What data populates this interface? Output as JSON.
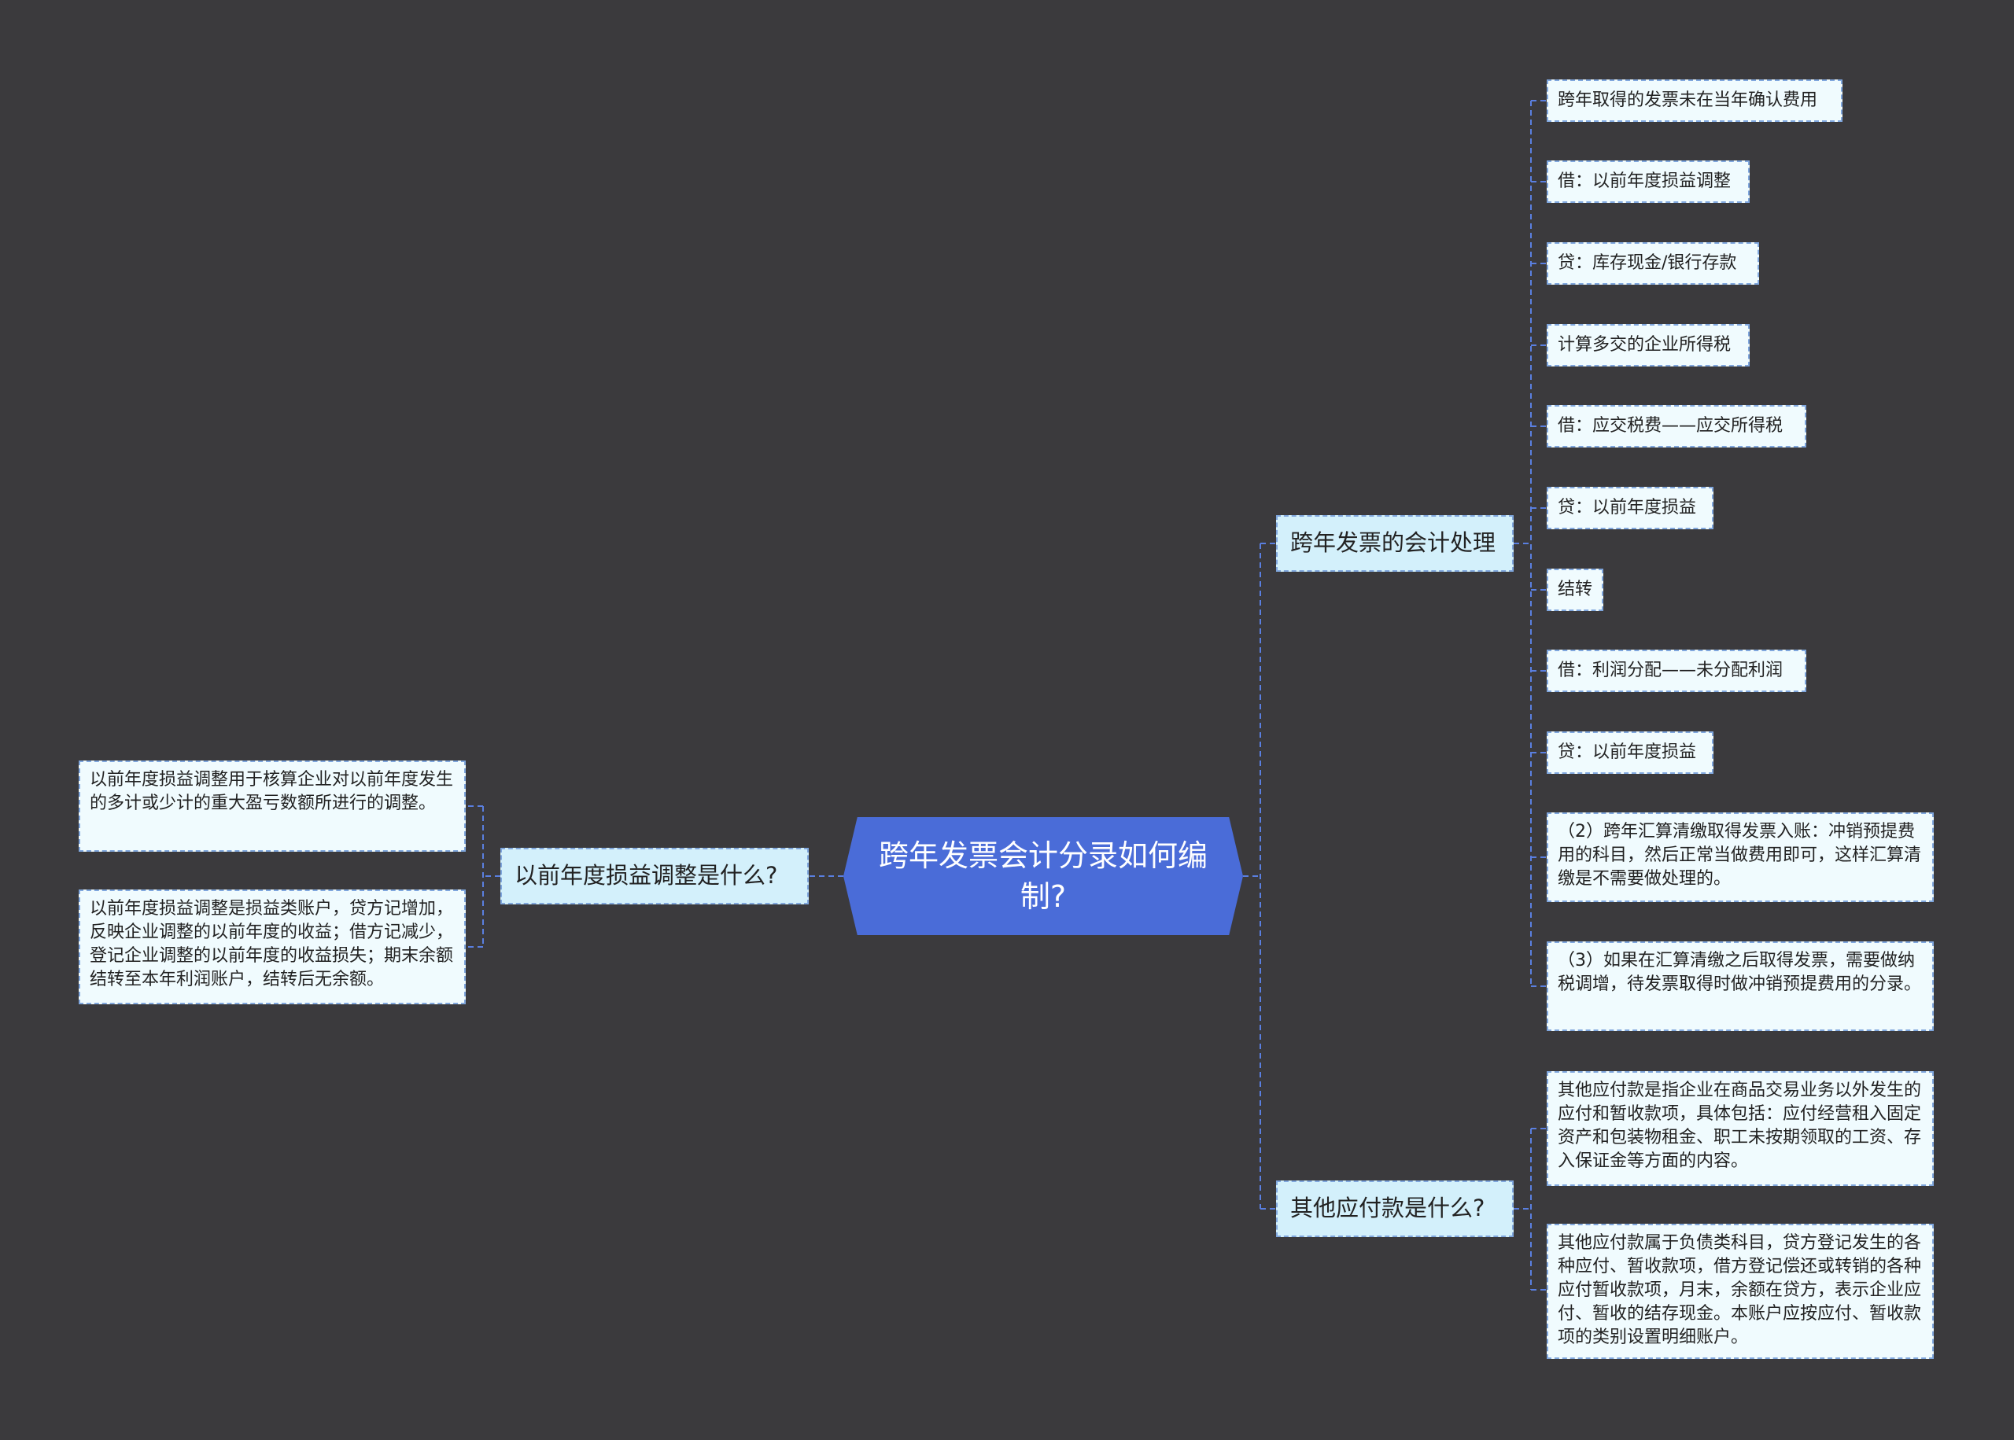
{
  "colors": {
    "background": "#3b3a3d",
    "root_fill": "#4a6cd8",
    "branch_fill": "#d3f0fb",
    "leaf_fill": "#f0fbfe",
    "connector": "#5a7fe0"
  },
  "root": {
    "label": "跨年发票会计分录如何编制?"
  },
  "branches": {
    "accounting": {
      "label": "跨年发票的会计处理",
      "items": [
        "跨年取得的发票未在当年确认费用",
        "借：以前年度损益调整",
        "贷：库存现金/银行存款",
        "计算多交的企业所得税",
        "借：应交税费——应交所得税",
        "贷：以前年度损益",
        "结转",
        "借：利润分配——未分配利润",
        "贷：以前年度损益",
        "（2）跨年汇算清缴取得发票入账：冲销预提费用的科目，然后正常当做费用即可，这样汇算清缴是不需要做处理的。",
        "（3）如果在汇算清缴之后取得发票，需要做纳税调增，待发票取得时做冲销预提费用的分录。"
      ]
    },
    "other_payables": {
      "label": "其他应付款是什么?",
      "items": [
        "其他应付款是指企业在商品交易业务以外发生的应付和暂收款项，具体包括：应付经营租入固定资产和包装物租金、职工未按期领取的工资、存入保证金等方面的内容。",
        "其他应付款属于负债类科目，贷方登记发生的各种应付、暂收款项，借方登记偿还或转销的各种应付暂收款项，月末，余额在贷方，表示企业应付、暂收的结存现金。本账户应按应付、暂收款项的类别设置明细账户。"
      ]
    },
    "prior_year": {
      "label": "以前年度损益调整是什么?",
      "items": [
        "以前年度损益调整用于核算企业对以前年度发生的多计或少计的重大盈亏数额所进行的调整。",
        "以前年度损益调整是损益类账户，贷方记增加，反映企业调整的以前年度的收益；借方记减少，登记企业调整的以前年度的收益损失；期末余额结转至本年利润账户，结转后无余额。"
      ]
    }
  }
}
